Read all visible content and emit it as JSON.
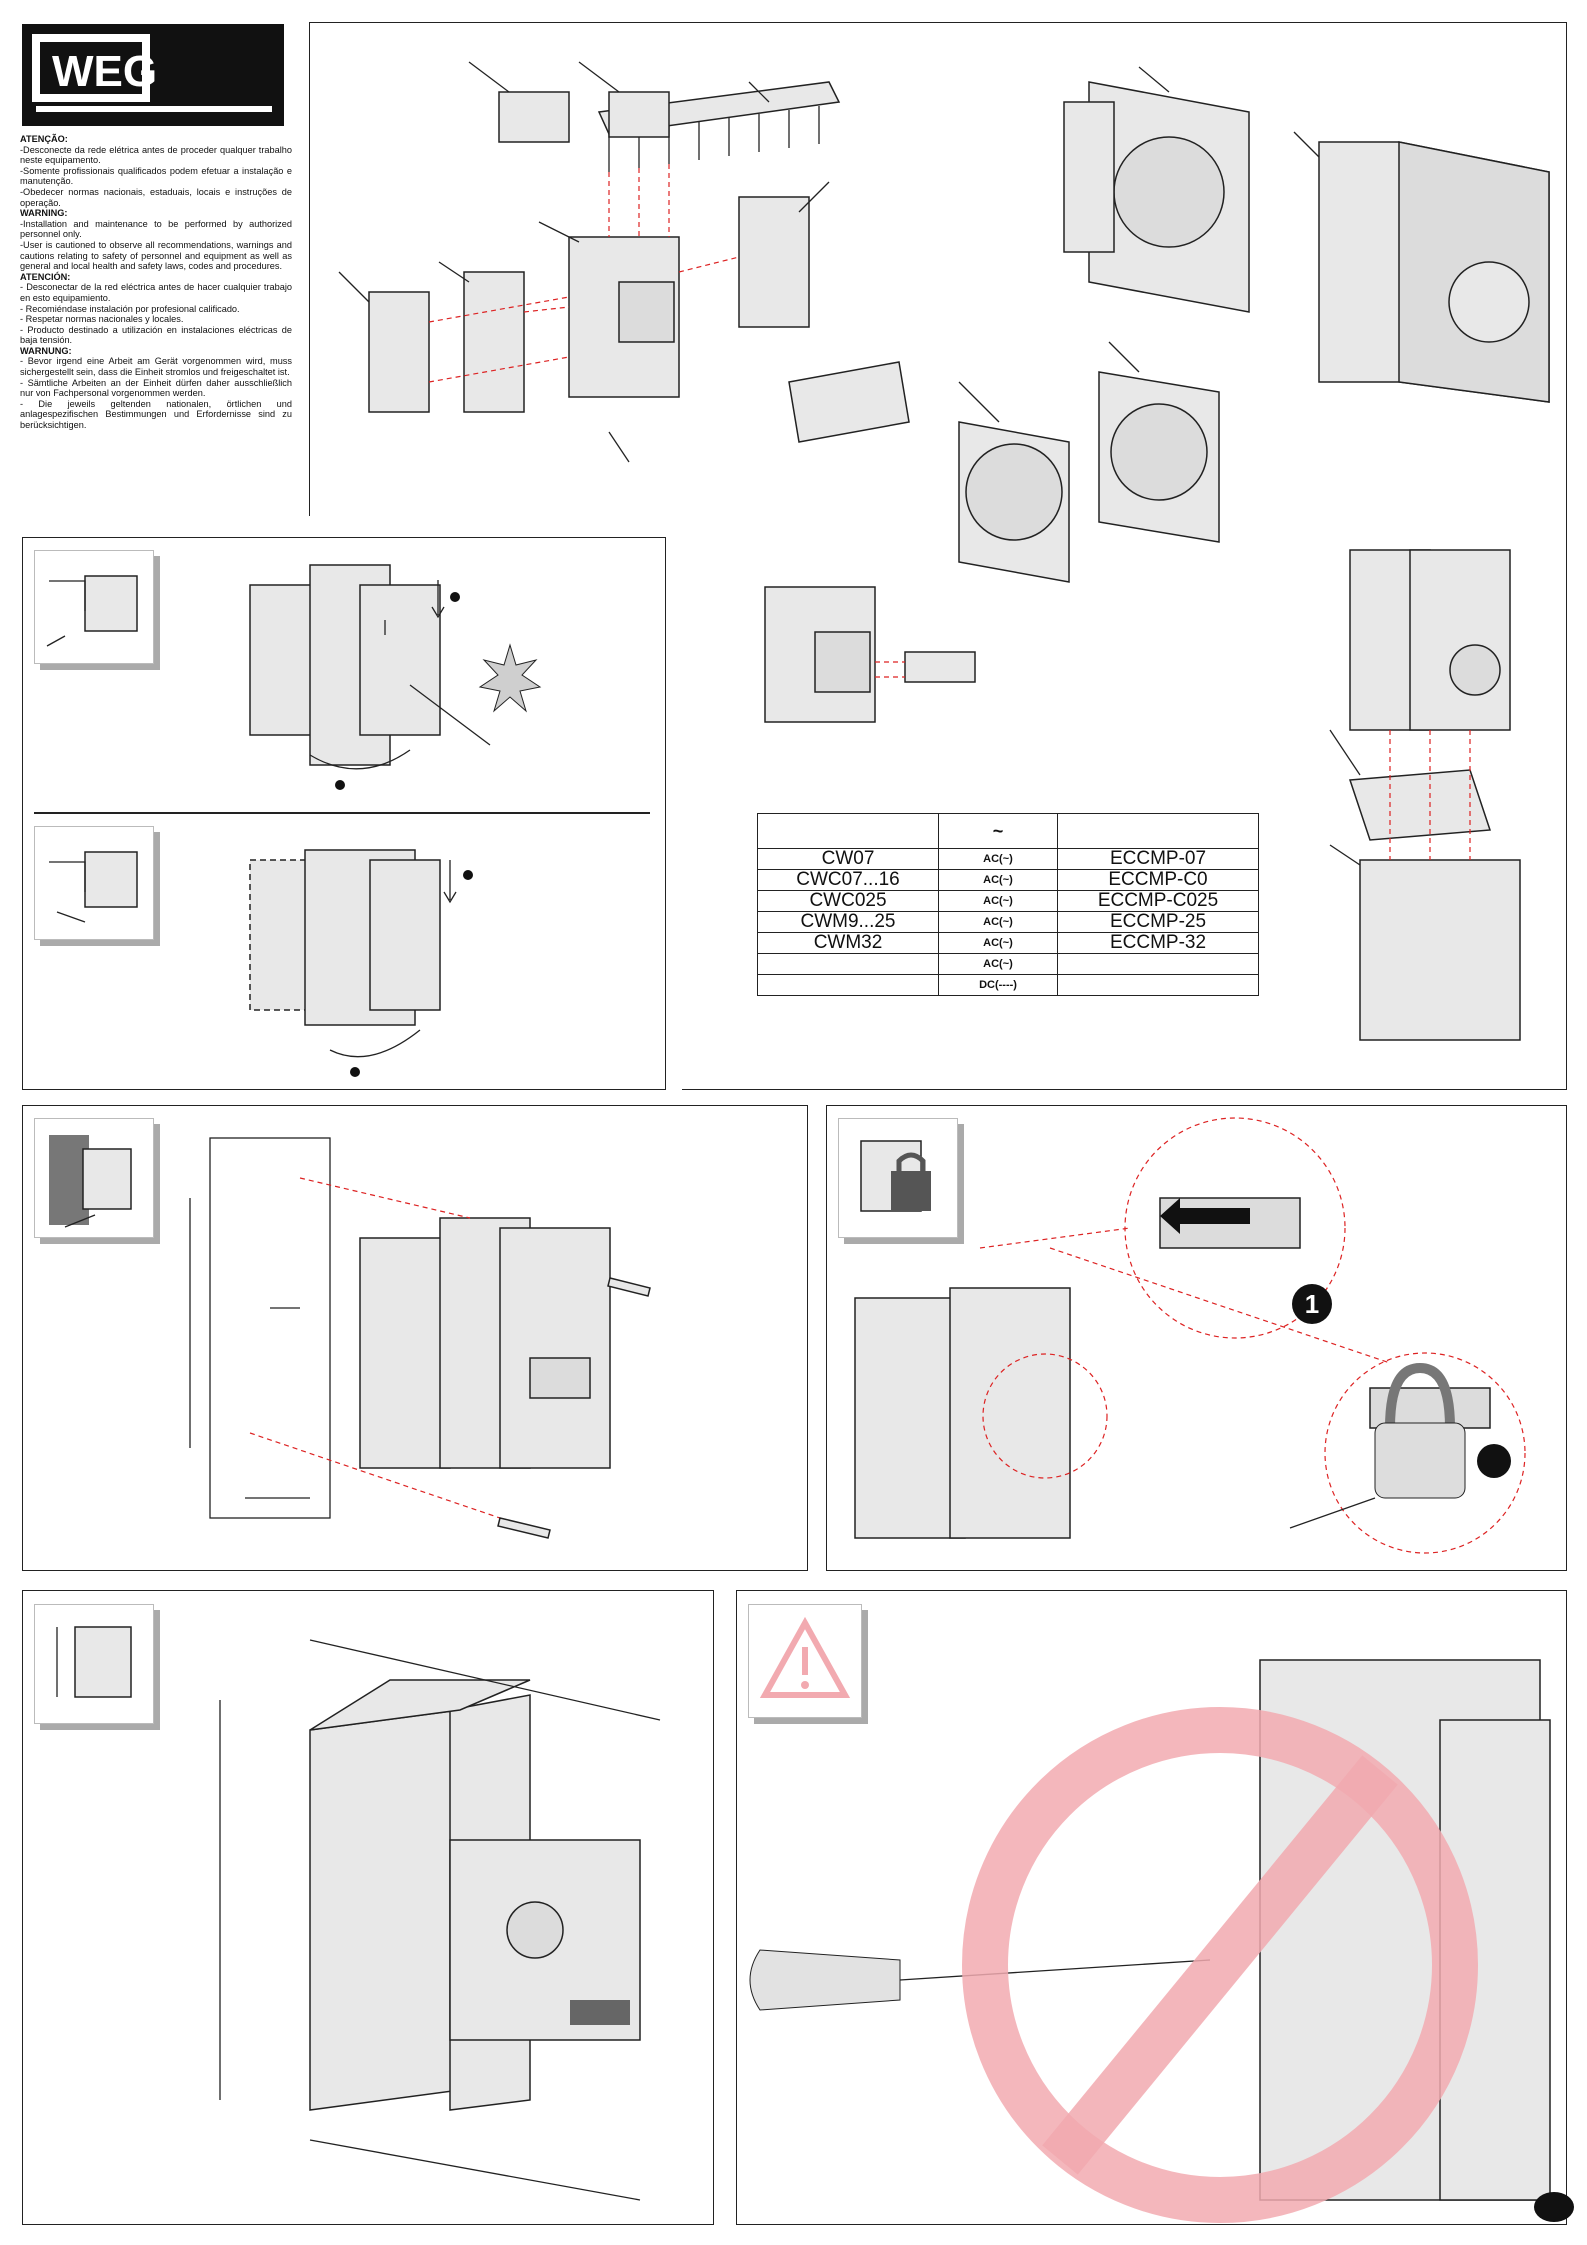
{
  "brand": {
    "logo_text": "WEG"
  },
  "warnings": [
    {
      "title": "ATENÇÃO:",
      "lines": [
        "-Desconecte da rede elétrica antes de proceder qualquer trabalho neste equipamento.",
        "-Somente profissionais qualificados podem efetuar a instalação e manutenção.",
        "-Obedecer normas nacionais, estaduais, locais e instruções de operação."
      ]
    },
    {
      "title": "WARNING:",
      "lines": [
        "-Installation and maintenance to be performed by authorized personnel only.",
        "-User is cautioned to observe all recommendations, warnings and cautions relating to safety of personnel and equipment as well as general and local health and safety laws, codes and procedures."
      ]
    },
    {
      "title": "ATENCIÓN:",
      "lines": [
        "- Desconectar de la red eléctrica antes de hacer cualquier trabajo en esto equipamiento.",
        "- Recomiéndase instalación por profesional calificado.",
        "- Respetar normas nacionales y locales.",
        "- Producto destinado a utilización en instalaciones eléctricas de baja tensión."
      ]
    },
    {
      "title": "WARNUNG:",
      "lines": [
        "- Bevor irgend eine Arbeit am Gerät vorgenommen wird, muss sichergestellt sein, dass die Einheit stromlos und freigeschaltet ist.",
        "- Sämtliche Arbeiten an der Einheit dürfen daher ausschließlich nur von Fachpersonal vorgenommen werden.",
        "- Die jeweils geltenden nationalen, örtlichen und anlagespezifischen Bestimmungen und Erfordernisse sind zu berücksichtigen."
      ]
    }
  ],
  "contactor_table": {
    "header": [
      "",
      "~",
      ""
    ],
    "rows": [
      {
        "model": "CW07",
        "supply": "AC(~)",
        "accessory": "ECCMP-07"
      },
      {
        "model": "CWC07...16",
        "supply": "AC(~)",
        "accessory": "ECCMP-C0"
      },
      {
        "model": "CWC025",
        "supply": "AC(~)",
        "accessory": "ECCMP-C025"
      },
      {
        "model": "CWM9...25",
        "supply": "AC(~)",
        "accessory": "ECCMP-25"
      },
      {
        "model": "CWM32",
        "supply": "AC(~)",
        "accessory": "ECCMP-32"
      },
      {
        "model": "",
        "supply": "AC(~)",
        "accessory": ""
      },
      {
        "model": "",
        "supply": "DC(----)",
        "accessory": ""
      }
    ]
  },
  "callouts": {
    "step_one": "1"
  },
  "colors": {
    "prohibit": "#f2aab0",
    "warning_triangle": "#f2aab0",
    "frame": "#222222"
  }
}
